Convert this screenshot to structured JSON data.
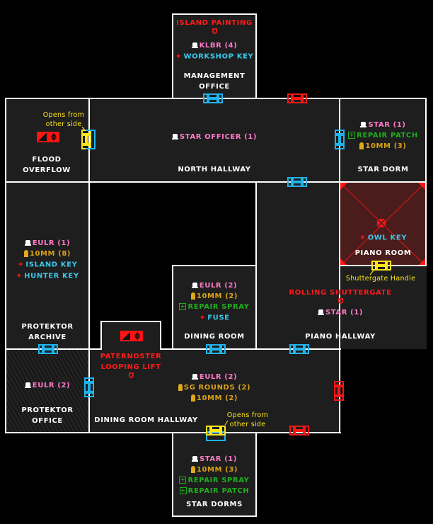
{
  "map": {
    "colors": {
      "wall": "#ffffff",
      "floor": "#1e1e1e",
      "void": "#000000",
      "enemy": "#ff7ac8",
      "ammo": "#d9a11a",
      "heal": "#1fae1f",
      "key": "#39c9ea",
      "point_of_interest": "#ff1a1a",
      "note": "#ffe81a",
      "door_open": "#1eb4f0",
      "door_locked": "#ff1414",
      "door_one_way": "#ffe81a",
      "piano_room_fill": "#4a1c1c"
    },
    "rooms": {
      "management_office": {
        "name_line1": "MANAGEMENT",
        "name_line2": "OFFICE",
        "poi": "ISLAND PAINTING",
        "items": [
          {
            "type": "enemy",
            "icon": "skull-icon",
            "label": "KLBR (4)"
          },
          {
            "type": "key",
            "icon": "key-marker-icon",
            "label": "WORKSHOP KEY"
          }
        ]
      },
      "flood_overflow": {
        "name_line1": "FLOOD",
        "name_line2": "OVERFLOW",
        "note_line1": "Opens from",
        "note_line2": "other side"
      },
      "north_hallway": {
        "name": "NORTH HALLWAY",
        "items": [
          {
            "type": "enemy",
            "icon": "skull-icon",
            "label": "STAR OFFICER (1)"
          }
        ]
      },
      "star_dorm": {
        "name": "STAR DORM",
        "items": [
          {
            "type": "enemy",
            "icon": "skull-icon",
            "label": "STAR (1)"
          },
          {
            "type": "heal",
            "icon": "plus-icon",
            "label": "REPAIR PATCH"
          },
          {
            "type": "ammo",
            "icon": "bullet-icon",
            "label": "10MM (3)"
          }
        ]
      },
      "piano_room": {
        "name": "PIANO ROOM",
        "items": [
          {
            "type": "key",
            "icon": "key-marker-icon",
            "label": "OWL KEY"
          }
        ],
        "note": "Shuttergate Handle"
      },
      "protektor_archive": {
        "name_line1": "PROTEKTOR",
        "name_line2": "ARCHIVE",
        "items": [
          {
            "type": "enemy",
            "icon": "skull-icon",
            "label": "EULR (1)"
          },
          {
            "type": "ammo",
            "icon": "bullet-icon",
            "label": "10MM (8)"
          },
          {
            "type": "key",
            "icon": "key-marker-icon",
            "label": "ISLAND KEY"
          },
          {
            "type": "key",
            "icon": "key-marker-icon",
            "label": "HUNTER KEY"
          }
        ]
      },
      "dining_room": {
        "name": "DINING ROOM",
        "items": [
          {
            "type": "enemy",
            "icon": "skull-icon",
            "label": "EULR (2)"
          },
          {
            "type": "ammo",
            "icon": "bullet-icon",
            "label": "10MM (2)"
          },
          {
            "type": "heal",
            "icon": "plus-icon",
            "label": "REPAIR SPRAY"
          },
          {
            "type": "key",
            "icon": "key-marker-icon",
            "label": "FUSE"
          }
        ]
      },
      "piano_hallway": {
        "name": "PIANO HALLWAY",
        "poi": "ROLLING SHUTTERGATE",
        "items": [
          {
            "type": "enemy",
            "icon": "skull-icon",
            "label": "STAR (1)"
          }
        ]
      },
      "protektor_office": {
        "name_line1": "PROTEKTOR",
        "name_line2": "OFFICE",
        "items": [
          {
            "type": "enemy",
            "icon": "skull-icon",
            "label": "EULR (2)"
          }
        ]
      },
      "dining_room_hallway": {
        "name": "DINING ROOM HALLWAY",
        "poi_line1": "PATERNOSTER",
        "poi_line2": "LOOPING LIFT",
        "note_line1": "Opens from",
        "note_line2": "other side",
        "items": [
          {
            "type": "enemy",
            "icon": "skull-icon",
            "label": "EULR (2)"
          },
          {
            "type": "ammo",
            "icon": "bullet-icon",
            "label": "SG ROUNDS (2)"
          },
          {
            "type": "ammo",
            "icon": "bullet-icon",
            "label": "10MM (2)"
          }
        ]
      },
      "star_dorms": {
        "name": "STAR DORMS",
        "items": [
          {
            "type": "enemy",
            "icon": "skull-icon",
            "label": "STAR (1)"
          },
          {
            "type": "ammo",
            "icon": "bullet-icon",
            "label": "10MM (3)"
          },
          {
            "type": "heal",
            "icon": "plus-icon",
            "label": "REPAIR SPRAY"
          },
          {
            "type": "heal",
            "icon": "plus-icon",
            "label": "REPAIR PATCH"
          }
        ]
      }
    }
  }
}
